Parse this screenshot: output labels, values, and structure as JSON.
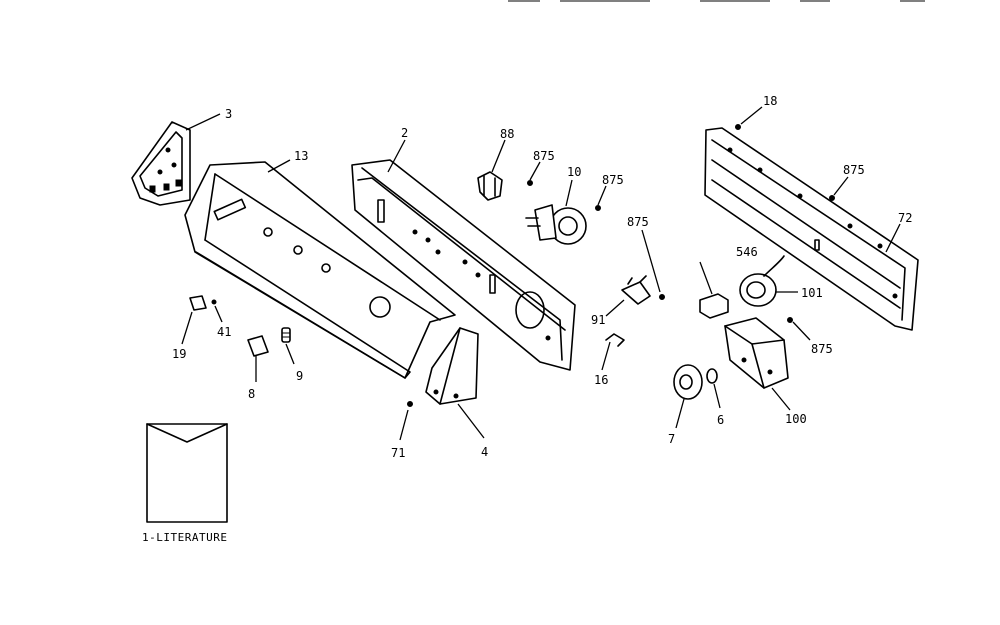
{
  "labels": {
    "p3": "3",
    "p13": "13",
    "p2": "2",
    "p88": "88",
    "p875a": "875",
    "p10": "10",
    "p875b": "875",
    "p875c": "875",
    "p91": "91",
    "p16": "16",
    "p18": "18",
    "p875d": "875",
    "p72": "72",
    "p546": "546",
    "p101": "101",
    "p875e": "875",
    "p100": "100",
    "p6": "6",
    "p7": "7",
    "p19": "19",
    "p41": "41",
    "p8": "8",
    "p9": "9",
    "p71": "71",
    "p4": "4"
  },
  "literature_caption": "1-LITERATURE"
}
